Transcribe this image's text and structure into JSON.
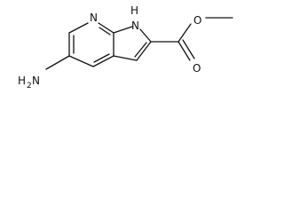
{
  "molecule": {
    "atoms": {
      "ring_n": "N",
      "nh": "H",
      "nh_n": "N",
      "ester_o_single": "O",
      "ester_o_double": "O",
      "amine_h": "H",
      "amine_sub": "2",
      "amine_n": "N"
    }
  },
  "colors": {
    "stroke": "#111111",
    "background": "#ffffff"
  }
}
